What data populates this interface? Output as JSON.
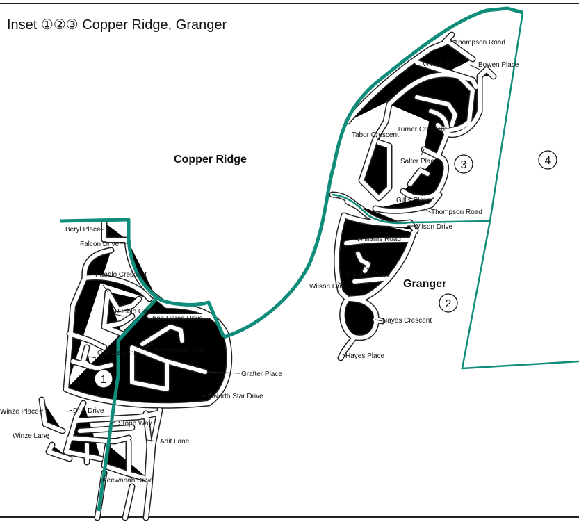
{
  "title": "Inset ①②③ Copper Ridge, Granger",
  "areas": {
    "copper_ridge": "Copper Ridge",
    "granger": "Granger"
  },
  "insets": [
    "1",
    "2",
    "3",
    "4"
  ],
  "streets": {
    "beryl_place": "Beryl Place",
    "falcon_drive": "Falcon Drive",
    "pueblo_crescent": "Pueblo Crescent",
    "pueblo_court": "Pueblo Court",
    "iron_horse_drive": "Iron Horse Drive",
    "carlisle_lane": "Carlisle Lane",
    "keewanah_drive_north": "Keewanah Drive",
    "grafter_place": "Grafter Place",
    "north_star_drive": "North Star Drive",
    "winze_place": "Winze Place",
    "drift_drive": "Drift Drive",
    "stope_way": "Stope Way",
    "winze_lane": "Winze Lane",
    "adit_lane": "Adit Lane",
    "keewanah_drive_south": "Keewanah Drive",
    "thompson_road_north": "Thompson Road",
    "wilson_drive_north": "Wilson Drive",
    "bowen_place": "Bowen Place",
    "tabor_crescent": "Tabor Crescent",
    "turner_crescent": "Turner Crescent",
    "salter_place": "Salter Place",
    "gillis_place": "Gillis Place",
    "thompson_road_south": "Thompson Road",
    "wilson_drive_east": "Wilson Drive",
    "williams_road": "Williams Road",
    "williams_place": "Williams Place",
    "wilson_drive_west": "Wilson Drive",
    "hayes_crescent": "Hayes Crescent",
    "hayes_place": "Hayes Place"
  },
  "colors": {
    "boundary": "#0f8c7a",
    "street_outline": "#222222",
    "background": "#ffffff"
  }
}
